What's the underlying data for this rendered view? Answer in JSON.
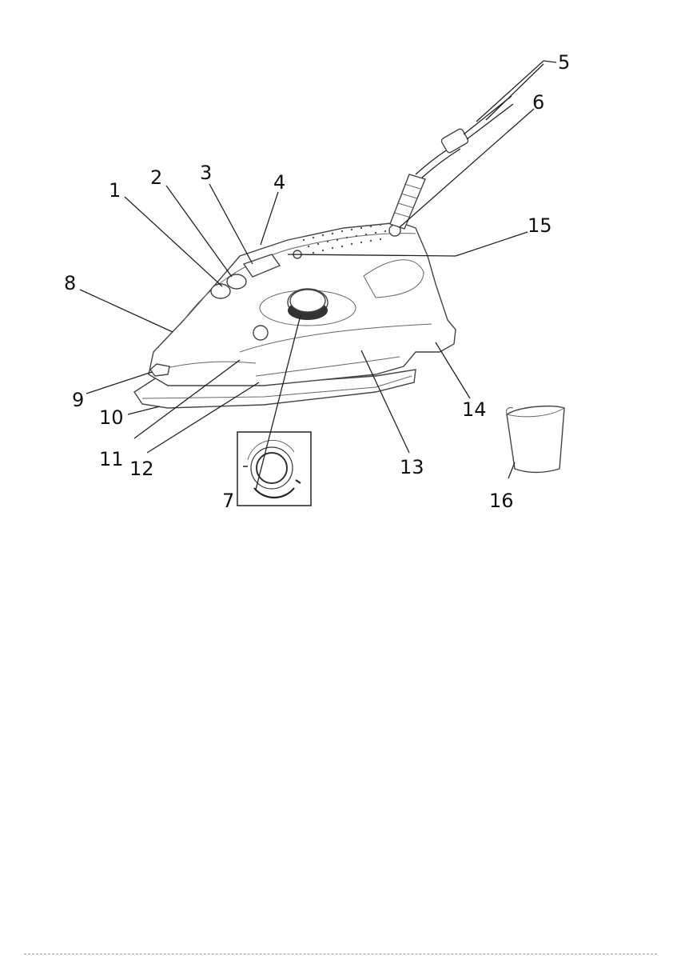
{
  "callouts": [
    {
      "id": "1",
      "label": "1"
    },
    {
      "id": "2",
      "label": "2"
    },
    {
      "id": "3",
      "label": "3"
    },
    {
      "id": "4",
      "label": "4"
    },
    {
      "id": "5",
      "label": "5"
    },
    {
      "id": "6",
      "label": "6"
    },
    {
      "id": "7",
      "label": "7"
    },
    {
      "id": "8",
      "label": "8"
    },
    {
      "id": "9",
      "label": "9"
    },
    {
      "id": "10",
      "label": "10"
    },
    {
      "id": "11",
      "label": "11"
    },
    {
      "id": "12",
      "label": "12"
    },
    {
      "id": "13",
      "label": "13"
    },
    {
      "id": "14",
      "label": "14"
    },
    {
      "id": "15",
      "label": "15"
    },
    {
      "id": "16",
      "label": "16"
    }
  ],
  "icons": {
    "main": "steam-iron-illustration",
    "dial_inset": "temperature-dial-icon",
    "cup": "measuring-cup-icon"
  },
  "colors": {
    "line": "#444444",
    "text": "#111111",
    "background": "#ffffff"
  }
}
